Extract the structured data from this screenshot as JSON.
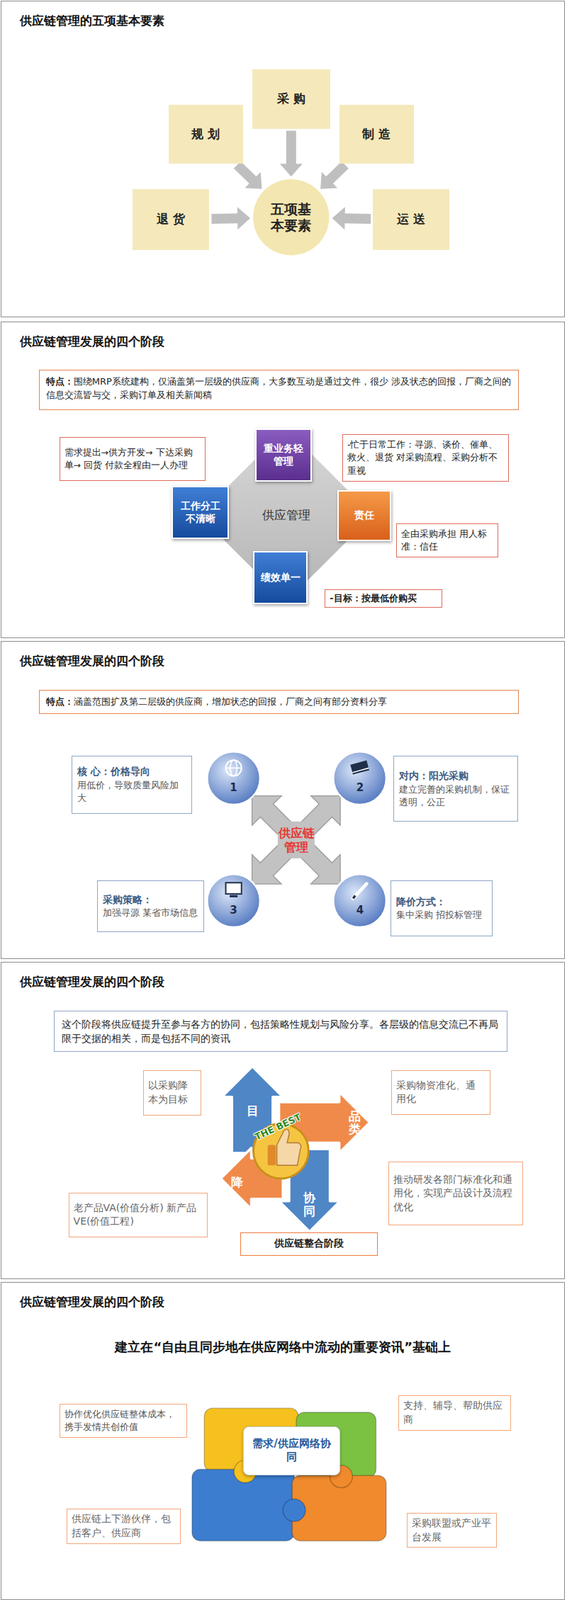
{
  "diagram": {
    "nodes": [
      {
        "text": [
          "供应链管理的五项基本要素"
        ]
      },
      {
        "text": [
          "采购"
        ],
        "in": 0
      },
      {
        "text": [
          "规划"
        ],
        "in": 0
      },
      {
        "text": [
          "制造"
        ],
        "in": 0
      },
      {
        "text": [
          "退货"
        ],
        "in": 0
      },
      {
        "text": [
          "五项基本要素"
        ],
        "in": 0
      },
      {
        "text": [
          "运送"
        ],
        "in": 0
      },
      {
        "text": [
          "供应链管理发展的四个阶段"
        ]
      },
      {
        "text": [
          "特点：",
          "围绕MRP系统建构，仅涵盖第一层级的供应商，大多数互动是通过文件，很少 涉及状态的回报，厂商之间的信息交流皆与交，采购订单及相关新闻稿"
        ],
        "in": 7
      },
      {
        "text": [
          "供应管理"
        ],
        "in": 7
      },
      {
        "text": [
          "需求提出→供方开发→ 下达采购单→ 回货 付款全程由一人办理"
        ],
        "in": 7
      },
      {
        "text": [
          "重业务轻管理"
        ],
        "in": 7
      },
      {
        "text": [
          "-忙于日常工作：寻源、谈价、催单、救火、退货 对采购流程、采购分析不重视"
        ],
        "in": 7
      },
      {
        "text": [
          "工作分工不清晰"
        ],
        "in": 7
      },
      {
        "text": [
          "责任"
        ],
        "in": 7
      },
      {
        "text": [
          "全由采购承担 用人标准：信任"
        ],
        "in": 7
      },
      {
        "text": [
          "绩效单一"
        ],
        "in": 7
      },
      {
        "text": [
          "-目标：按最低价购买"
        ],
        "in": 7
      },
      {
        "text": [
          "供应链管理发展的四个阶段"
        ]
      },
      {
        "text": [
          "特点：",
          "涵盖范围扩及第二层级的供应商，增加状态的回报，厂商之间有部分资料分享"
        ],
        "in": 18
      },
      {
        "text": [
          "供应链管理"
        ],
        "in": 18
      },
      {
        "text": [
          "核 心：价格导向",
          "用低价，导致质量风险加大"
        ],
        "in": 18
      },
      {
        "text": [
          "1"
        ],
        "in": 18
      },
      {
        "text": [
          "2"
        ],
        "in": 18
      },
      {
        "text": [
          "对内：阳光采购",
          "建立完善的采购机制，保证透明，公正"
        ],
        "in": 18
      },
      {
        "text": [
          "采购策略：",
          "加强寻源 某省市场信息"
        ],
        "in": 18
      },
      {
        "text": [
          "3"
        ],
        "in": 18
      },
      {
        "text": [
          "4"
        ],
        "in": 18
      },
      {
        "text": [
          "降价方式：",
          "集中采购 招投标管理"
        ],
        "in": 18
      },
      {
        "text": [
          "供应链管理发展的四个阶段"
        ]
      },
      {
        "text": [
          "这个阶段将供应链提升至参与各方的协同，包括策略性规划与风险分享。各层级的信息交流已不再局限于交据的相关，而是包括不同的资讯"
        ],
        "in": 29
      },
      {
        "text": [
          "以采购降本为目标"
        ],
        "in": 29
      },
      {
        "text": [
          "采购物资准化、通用化"
        ],
        "in": 29
      },
      {
        "text": [
          "推动研发各部门标准化和通用化，实现产品设计及流程优化"
        ],
        "in": 29
      },
      {
        "text": [
          "老产品VA(价值分析) 新产品VE(价值工程)"
        ],
        "in": 29
      },
      {
        "text": [
          "供应链整合阶段"
        ],
        "in": 29
      },
      {
        "text": [
          "供应链管理发展的四个阶段",
          "建立在“自由且同步地在供应网络中流动的重要资讯”基础上"
        ]
      },
      {
        "text": [
          "协作优化供应链整体成本，携手发情共创价值"
        ],
        "in": 36
      },
      {
        "text": [
          "支持、辅导、帮助供应商"
        ],
        "in": 36
      },
      {
        "text": [
          "需求/供应网络协同"
        ],
        "in": 36
      },
      {
        "text": [
          "供应链上下游伙伴，包括客户、供应商"
        ],
        "in": 36
      },
      {
        "text": [
          "采购联盟或产业平台发展"
        ],
        "in": 36
      }
    ],
    "edges": [
      {
        "from": 1,
        "to": 5,
        "arrow": "to"
      },
      {
        "from": 2,
        "to": 5,
        "arrow": "to"
      },
      {
        "from": 3,
        "to": 5,
        "arrow": "to"
      },
      {
        "from": 4,
        "to": 5,
        "arrow": "to"
      },
      {
        "from": 6,
        "to": 5,
        "arrow": "to"
      }
    ],
    "labels": [
      "目",
      "品类",
      "降",
      "协同",
      "THE BEST"
    ]
  }
}
